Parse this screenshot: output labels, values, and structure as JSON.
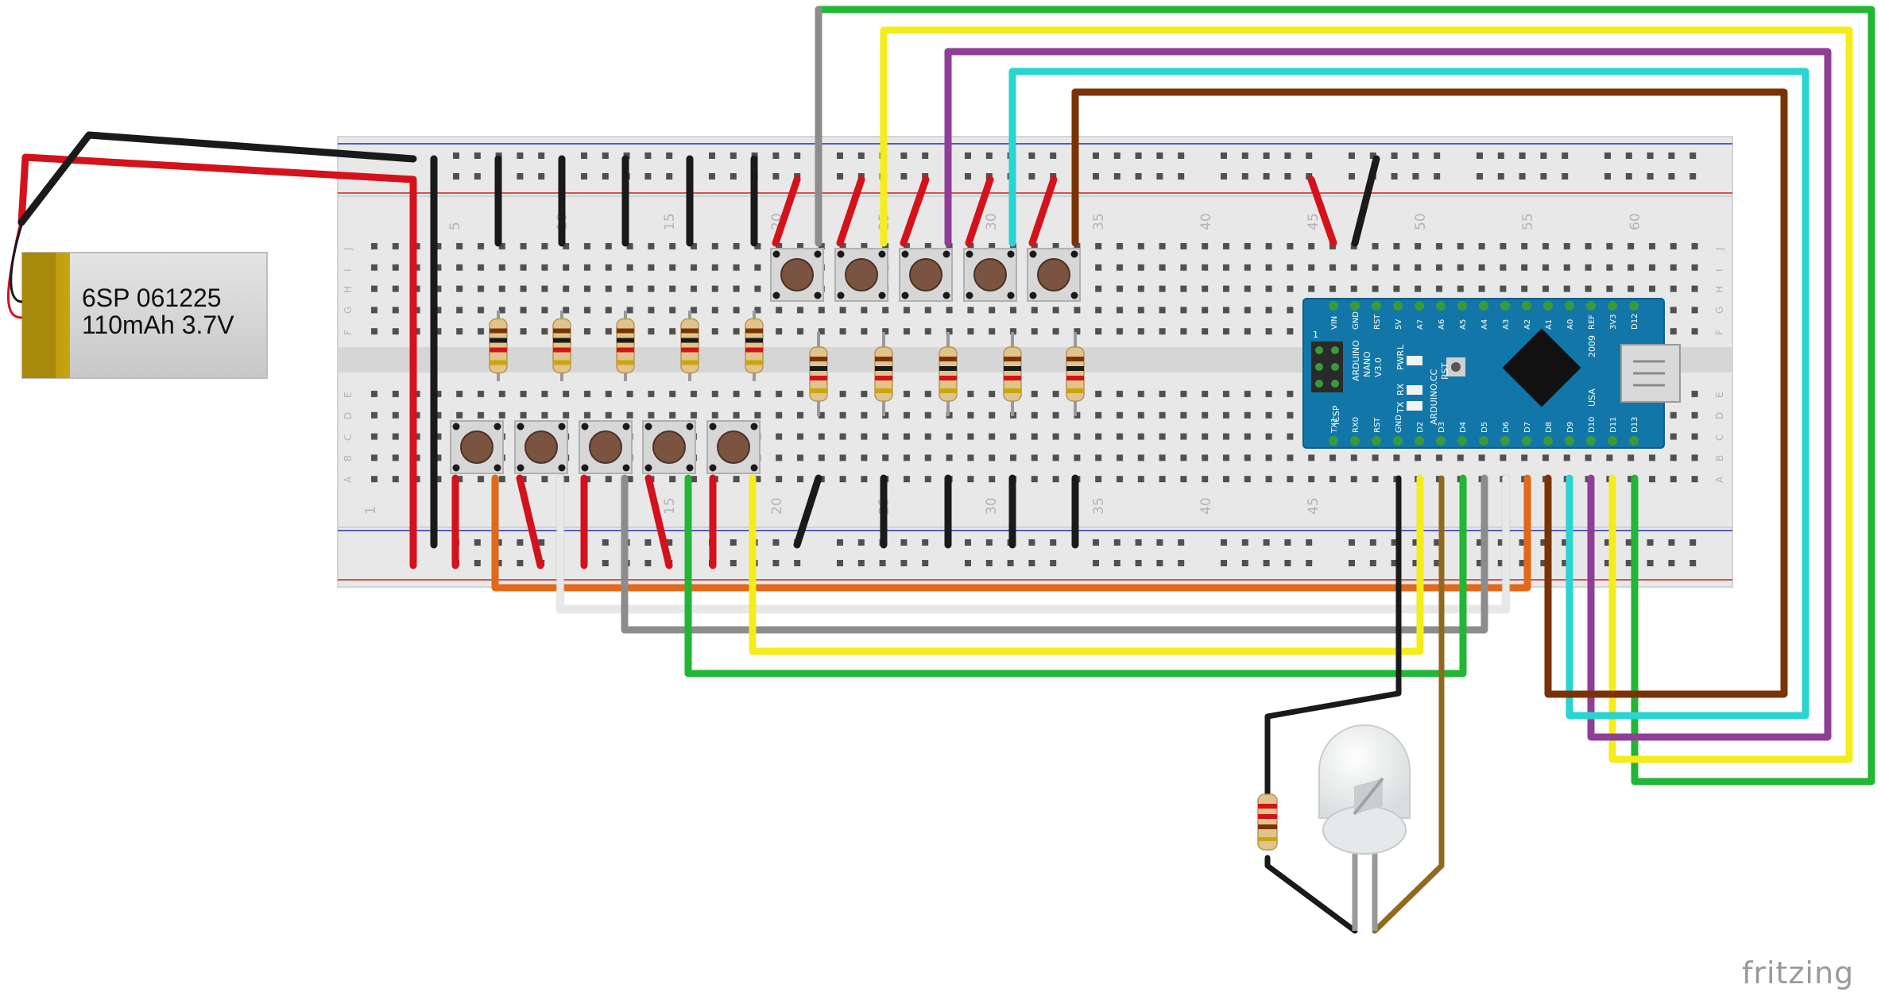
{
  "battery": {
    "line1": "6SP 061225",
    "line2": "110mAh 3.7V"
  },
  "breadboard": {
    "column_numbers": [
      "5",
      "10",
      "15",
      "20",
      "25",
      "30",
      "35",
      "40",
      "45",
      "50",
      "55",
      "60"
    ],
    "bottom_numbers": [
      "1",
      "15",
      "20",
      "25",
      "30",
      "35",
      "40",
      "45"
    ],
    "rows_top": [
      "J",
      "I",
      "H",
      "G",
      "F"
    ],
    "rows_bottom": [
      "E",
      "D",
      "C",
      "B",
      "A"
    ]
  },
  "arduino": {
    "name_lines": [
      "ARDUINO",
      "NANO",
      "V3.0"
    ],
    "top_pins": [
      "D12",
      "3V3",
      "REF",
      "A0",
      "A1",
      "A2",
      "A3",
      "A4",
      "A5",
      "A6",
      "A7",
      "5V",
      "RST",
      "GND",
      "VIN"
    ],
    "bottom_pins": [
      "TX1",
      "RX0",
      "RST",
      "GND",
      "D2",
      "D3",
      "D4",
      "D5",
      "D6",
      "D7",
      "D8",
      "D9",
      "D10",
      "D11",
      "D13"
    ],
    "labels": {
      "icsp": "ICSP",
      "site": "ARDUINO.CC",
      "year": "2009",
      "usa": "USA",
      "rst": "RST",
      "pwr": "PWR",
      "tx": "TX",
      "rx": "RX",
      "l": "L",
      "one": "1"
    }
  },
  "brand": "fritzing",
  "colors": {
    "red": "#d4121b",
    "black": "#1a1a1a",
    "green": "#21b634",
    "yellow": "#f5ed1a",
    "purple": "#8f3e97",
    "cyan": "#29d4d1",
    "brown": "#7a3306",
    "gray": "#8c8c8c",
    "orange": "#e0691a",
    "white": "#ffffff",
    "olive": "#8f6a1c",
    "nano_blue": "#1277a8"
  }
}
